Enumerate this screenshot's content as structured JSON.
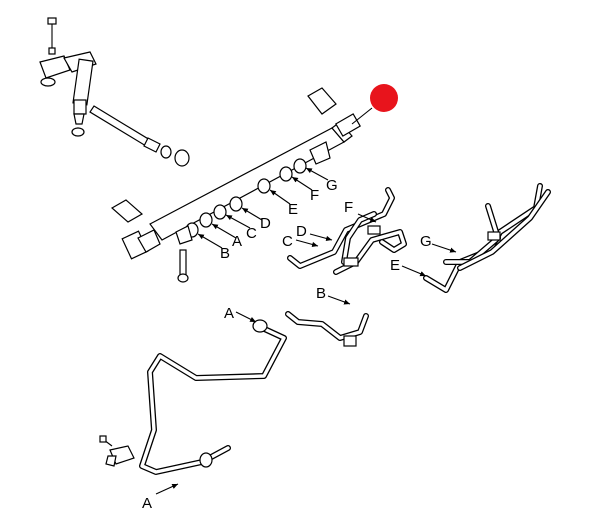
{
  "callouts": [
    "A",
    "B",
    "C",
    "D",
    "E",
    "F",
    "G"
  ],
  "labels": {
    "rail": [
      "B",
      "A",
      "C",
      "D",
      "E",
      "F",
      "G"
    ],
    "harness_upper": [
      "C",
      "D",
      "F"
    ],
    "harness_right": [
      "G",
      "E"
    ],
    "line_b": "B",
    "line_a_top": "A",
    "line_a_bottom": "A"
  },
  "colors": {
    "highlight": "#e8141c",
    "ink": "#000000"
  }
}
